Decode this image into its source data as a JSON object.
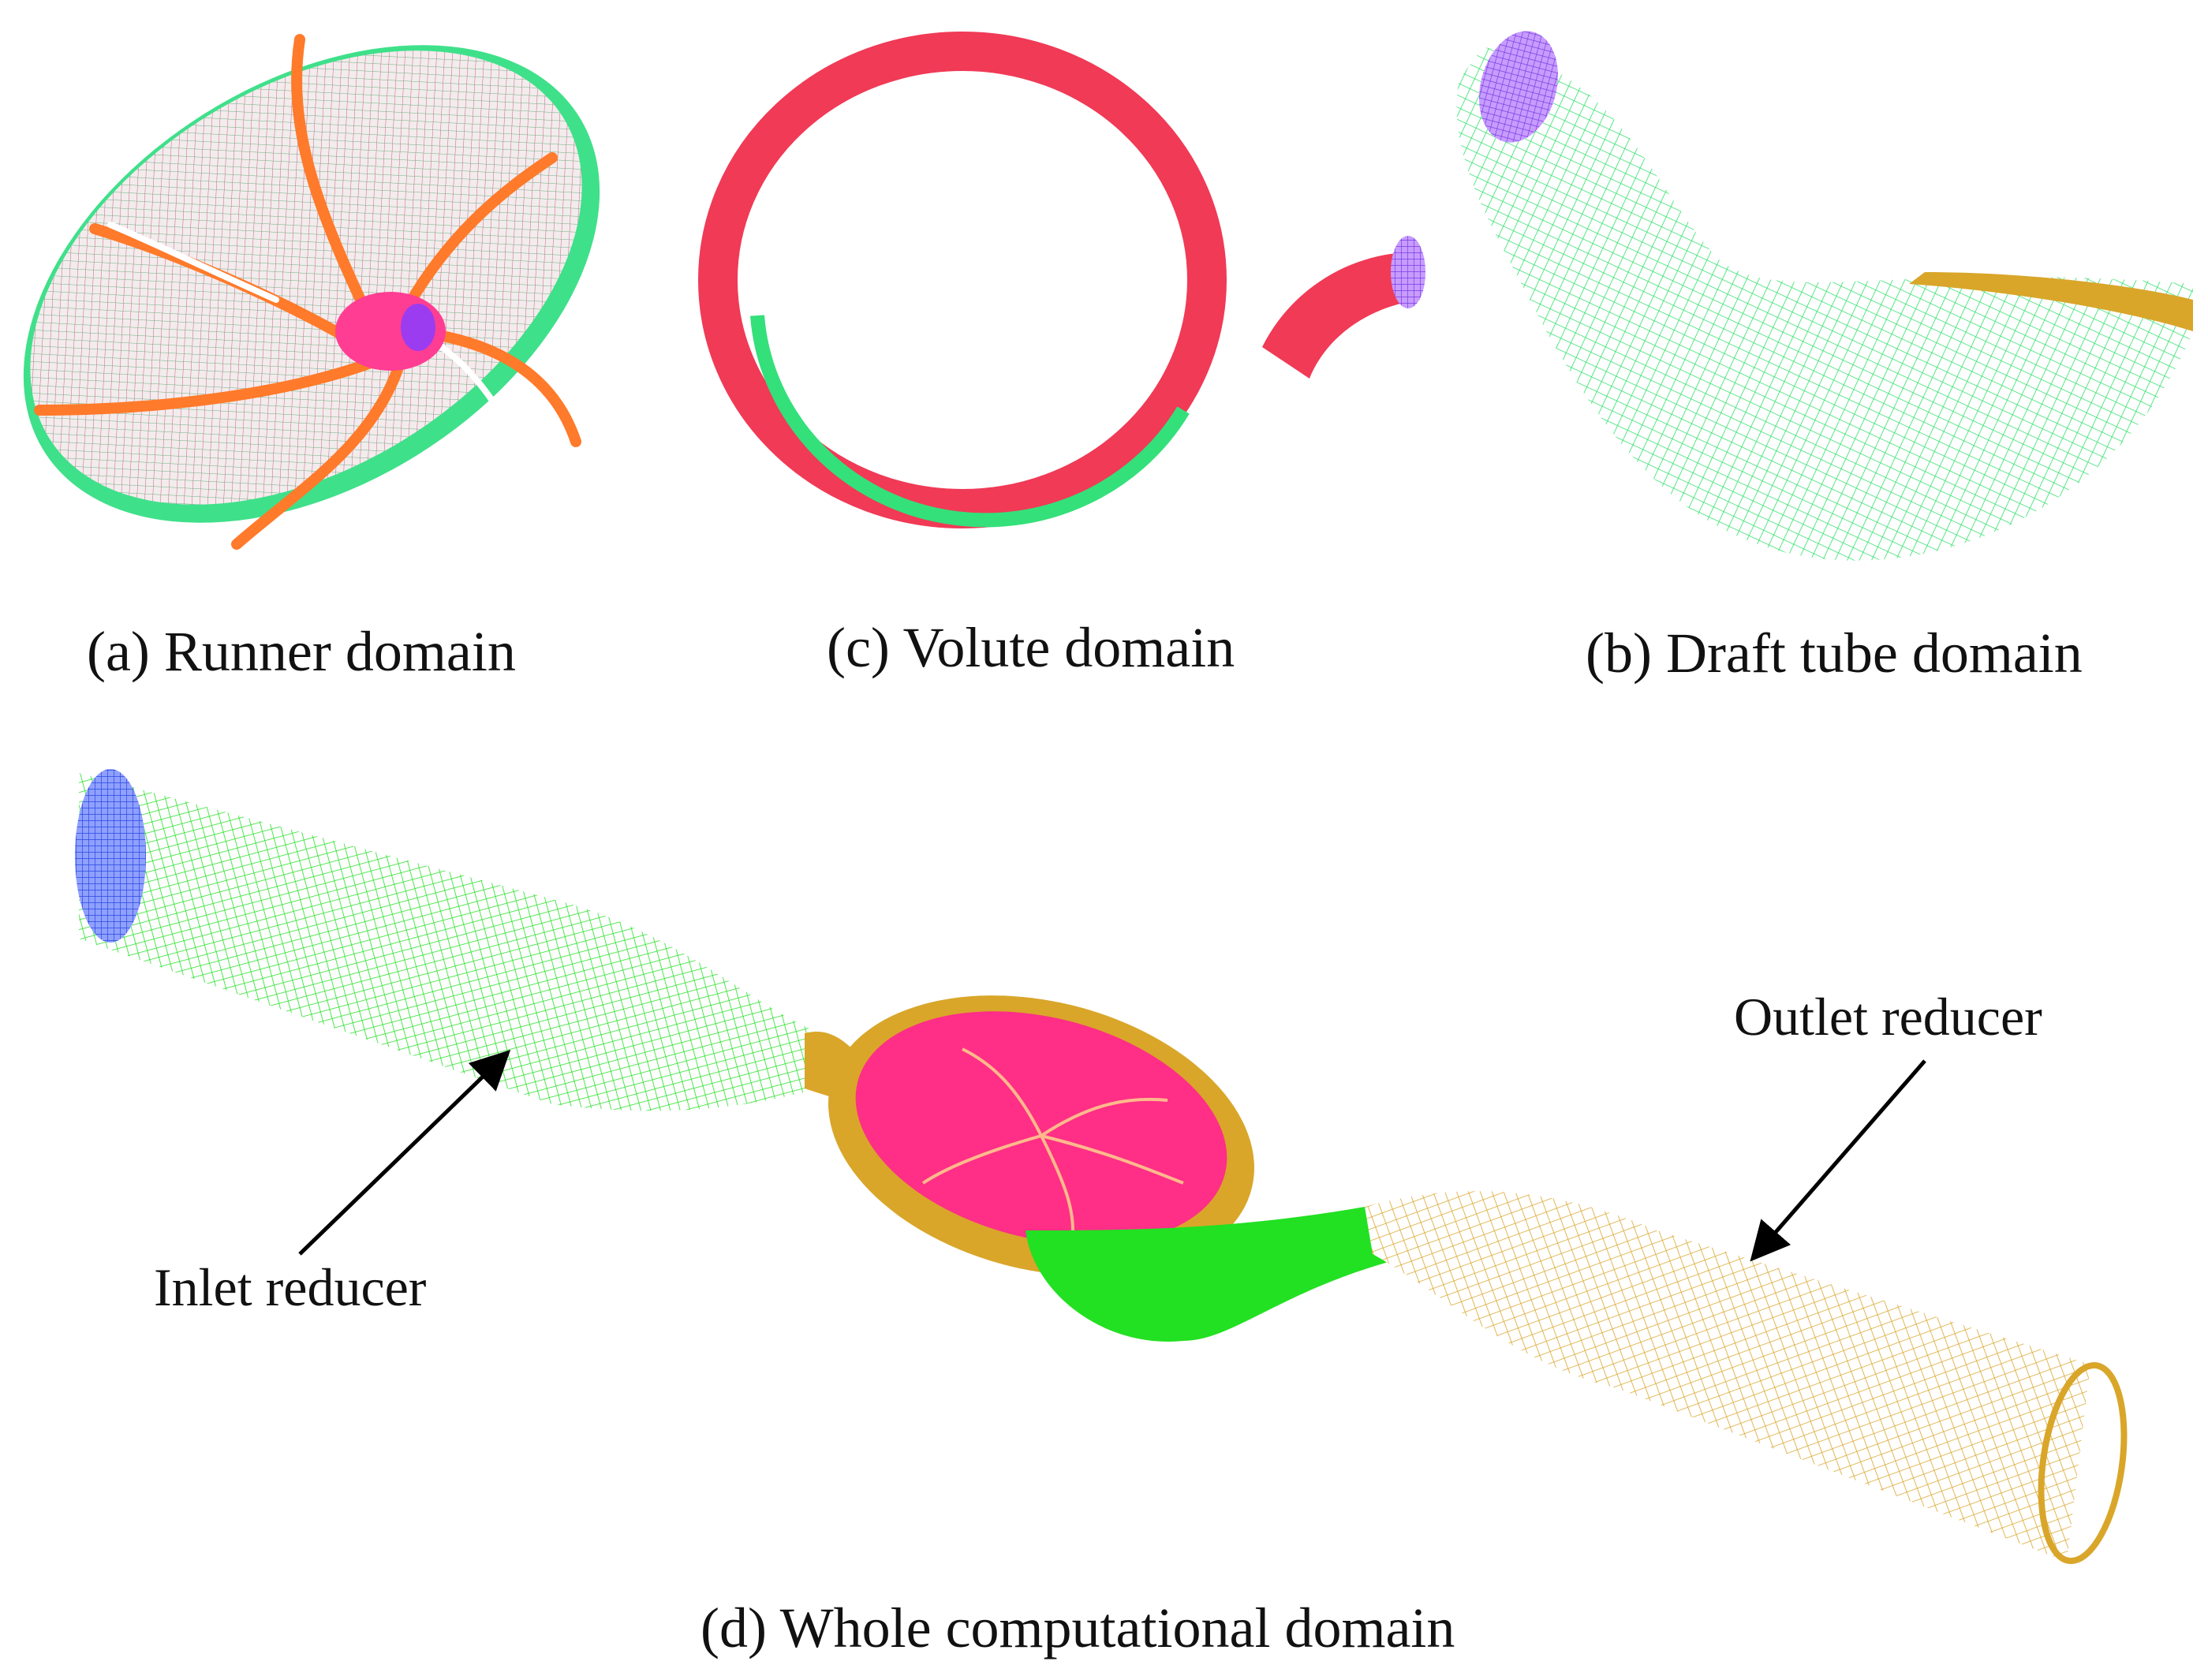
{
  "captions": {
    "runner": "(a) Runner domain",
    "volute": "(c) Volute domain",
    "draft_tube": "(b) Draft tube domain",
    "whole": "(d) Whole computational domain"
  },
  "labels": {
    "inlet": "Inlet reducer",
    "outlet": "Outlet reducer"
  },
  "colors": {
    "mesh_green": "#34e07a",
    "bright_green": "#22e022",
    "pink": "#ff2e86",
    "red": "#f03a56",
    "orange_blade": "#ff7a2a",
    "gold": "#d9a62a",
    "purple": "#9b3cf0",
    "blue": "#2a48e0"
  }
}
